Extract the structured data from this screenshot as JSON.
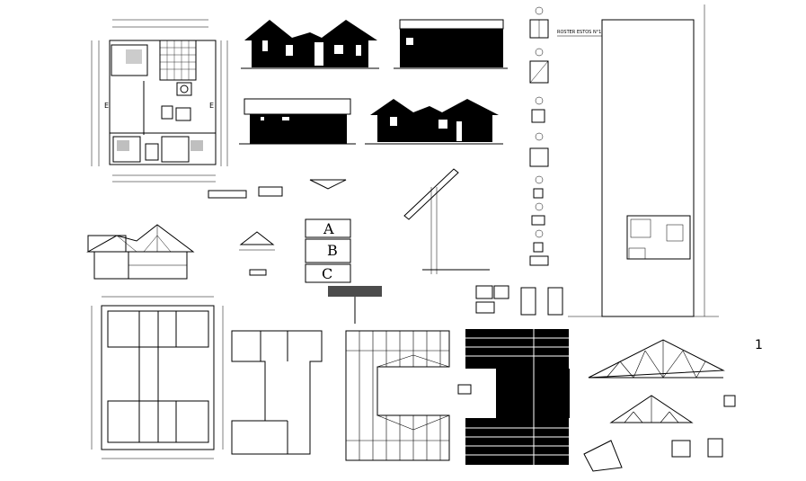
{
  "sheet_labels": {
    "elevation_marker_left": "E",
    "elevation_marker_right": "E",
    "detail_letters": [
      "A",
      "B",
      "C"
    ],
    "site_note": "ROSTER ESTOS N°1",
    "corner_label": "1"
  },
  "colors": {
    "ink": "#000000",
    "paper": "#ffffff"
  },
  "icons": [
    "floor-plan",
    "elevation",
    "roof-truss",
    "window-detail",
    "site-plan"
  ]
}
